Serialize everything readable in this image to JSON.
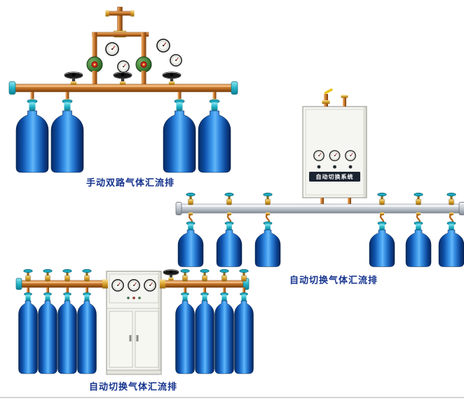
{
  "page": {
    "background": "#ffffff"
  },
  "products": [
    {
      "id": "manual-dual-gas-manifold",
      "caption": "手动双路气体汇流排",
      "cylinder_count": 4
    },
    {
      "id": "auto-switch-gas-manifold-wall-cabinet",
      "caption": "自动切换气体汇流排",
      "panel_label": "自动切换系统",
      "cylinder_count": 6
    },
    {
      "id": "auto-switch-gas-manifold-floor-cabinet",
      "caption": "自动切换气体汇流排",
      "cylinder_count": 8
    }
  ],
  "colors": {
    "caption_text": "#15338e",
    "copper_pipe": "#b5671f",
    "brass_fitting": "#d7a22b",
    "cylinder_blue": "#1565c8",
    "valve_teal": "#27b4c8",
    "manifold_silver": "#c6ccd3",
    "cabinet_body": "#f5f5f1",
    "label_plate": "#1b2330"
  }
}
